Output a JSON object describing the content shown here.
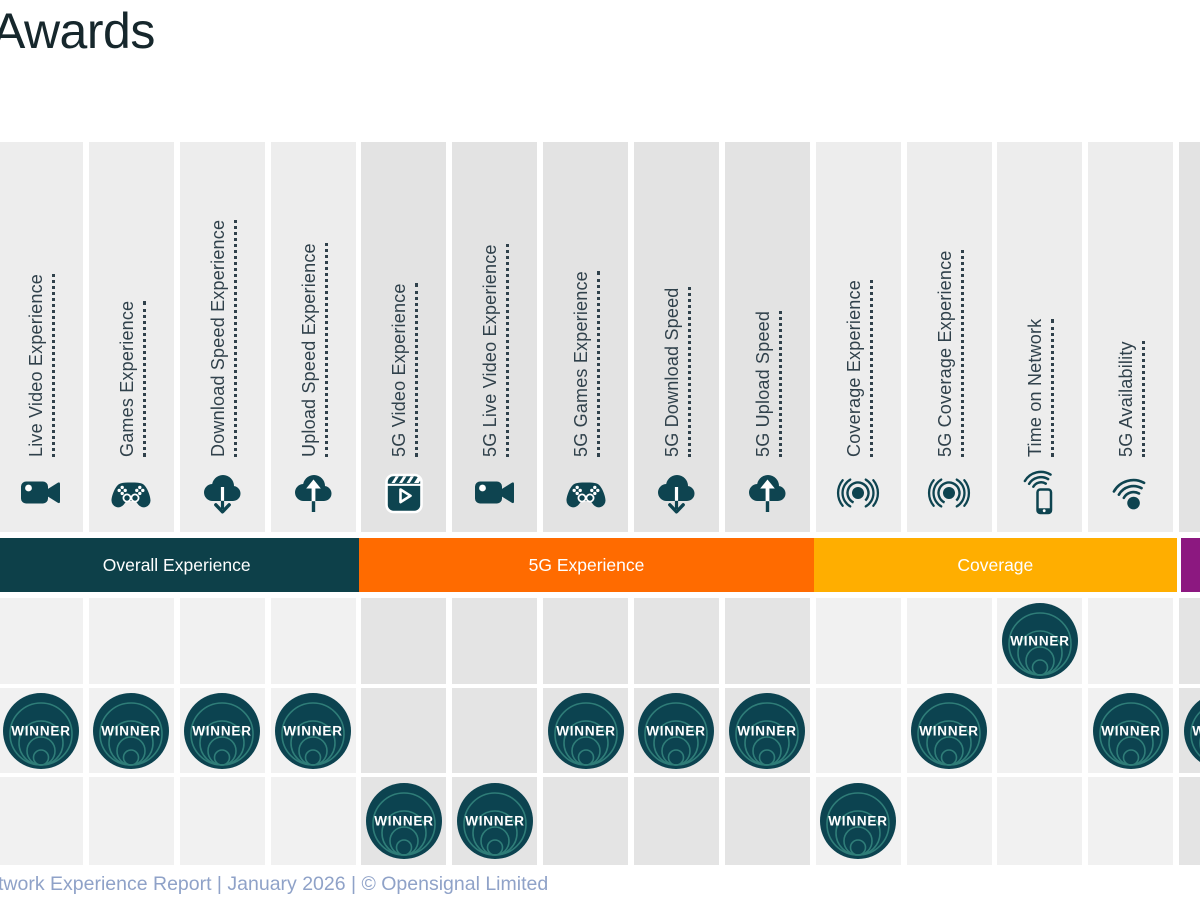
{
  "title": "Awards",
  "footer_text": "twork Experience Report | January 2026 | © Opensignal Limited",
  "badge_label": "WINNER",
  "colors": {
    "title_text": "#16272c",
    "label_text": "#30414b",
    "icon": "#0e4450",
    "strip_light": "#ededed",
    "strip_dark": "#e3e3e3",
    "cell_light": "#f1f1f1",
    "cell_dark": "#e4e4e4",
    "badge_bg": "#0c4350",
    "badge_ring": "#2f7d78",
    "badge_text": "#ffffff",
    "band_text": "#ffffff",
    "footer": "#8fa2c8"
  },
  "categories": [
    {
      "label": "Overall Experience",
      "color": "#0d4049",
      "start": 0,
      "span": 4
    },
    {
      "label": "5G Experience",
      "color": "#ff6b00",
      "start": 4,
      "span": 5
    },
    {
      "label": "Coverage",
      "color": "#ffae00",
      "start": 9,
      "span": 4
    },
    {
      "label": "",
      "color": "#8c1880",
      "start": 13,
      "span": 1,
      "gap_before": true
    }
  ],
  "columns": [
    {
      "label": "Live Video Experience",
      "icon": "video-camera",
      "shade": "light"
    },
    {
      "label": "Games Experience",
      "icon": "gamepad",
      "shade": "light"
    },
    {
      "label": "Download Speed Experience",
      "icon": "cloud-down",
      "shade": "light"
    },
    {
      "label": "Upload Speed Experience",
      "icon": "cloud-up",
      "shade": "light"
    },
    {
      "label": "5G Video Experience",
      "icon": "clapper-play",
      "shade": "dark"
    },
    {
      "label": "5G Live Video Experience",
      "icon": "video-camera",
      "shade": "dark"
    },
    {
      "label": "5G Games Experience",
      "icon": "gamepad",
      "shade": "dark"
    },
    {
      "label": "5G Download Speed",
      "icon": "cloud-down",
      "shade": "dark"
    },
    {
      "label": "5G Upload Speed",
      "icon": "cloud-up",
      "shade": "dark"
    },
    {
      "label": "Coverage Experience",
      "icon": "coverage-radar",
      "shade": "light"
    },
    {
      "label": "5G Coverage Experience",
      "icon": "coverage-radar",
      "shade": "light"
    },
    {
      "label": "Time on Network",
      "icon": "phone-wifi",
      "shade": "light"
    },
    {
      "label": "5G Availability",
      "icon": "wifi-dot",
      "shade": "light"
    },
    {
      "label": "",
      "icon": "",
      "shade": "dark"
    }
  ],
  "rows": [
    {
      "winners": [
        11
      ]
    },
    {
      "winners": [
        0,
        1,
        2,
        3,
        6,
        7,
        8,
        10,
        12,
        13
      ]
    },
    {
      "winners": [
        4,
        5,
        9
      ]
    }
  ],
  "chart_data": {
    "type": "table",
    "title": "Awards",
    "column_groups": [
      {
        "label": "Overall Experience",
        "columns": [
          "Live Video Experience",
          "Games Experience",
          "Download Speed Experience",
          "Upload Speed Experience"
        ]
      },
      {
        "label": "5G Experience",
        "columns": [
          "5G Video Experience",
          "5G Live Video Experience",
          "5G Games Experience",
          "5G Download Speed",
          "5G Upload Speed"
        ]
      },
      {
        "label": "Coverage",
        "columns": [
          "Coverage Experience",
          "5G Coverage Experience",
          "Time on Network",
          "5G Availability"
        ]
      },
      {
        "label": "",
        "columns": [
          ""
        ]
      }
    ],
    "rows": [
      {
        "winner_columns": [
          "Time on Network"
        ]
      },
      {
        "winner_columns": [
          "Live Video Experience",
          "Games Experience",
          "Download Speed Experience",
          "Upload Speed Experience",
          "5G Games Experience",
          "5G Download Speed",
          "5G Upload Speed",
          "5G Coverage Experience",
          "5G Availability",
          ""
        ]
      },
      {
        "winner_columns": [
          "5G Video Experience",
          "5G Live Video Experience",
          "Coverage Experience"
        ]
      }
    ]
  }
}
